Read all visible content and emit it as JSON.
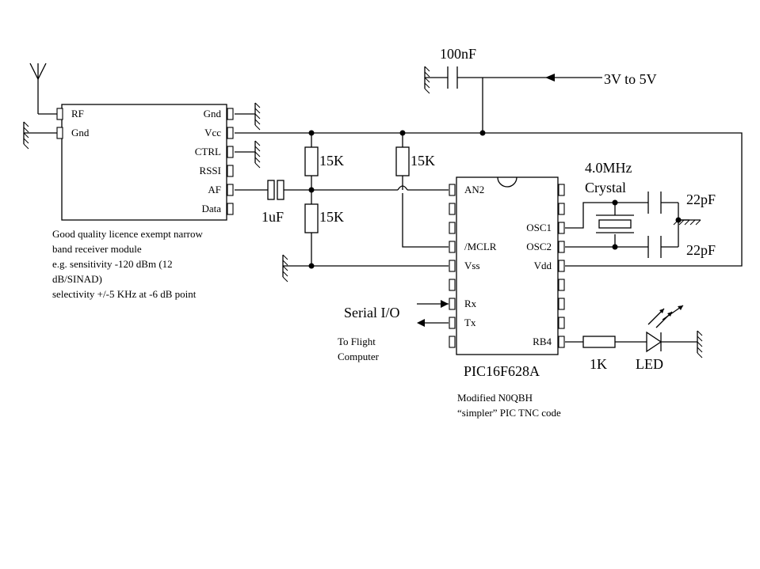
{
  "module": {
    "left_pins": [
      "RF",
      "Gnd"
    ],
    "right_pins": [
      "Gnd",
      "Vcc",
      "CTRL",
      "RSSI",
      "AF",
      "Data"
    ],
    "description": [
      "Good quality licence exempt narrow",
      "band receiver module",
      "e.g. sensitivity -120 dBm (12",
      "dB/SINAD)",
      "selectivity +/-5 KHz at -6 dB point"
    ]
  },
  "supply": {
    "cap_label": "100nF",
    "voltage_label": "3V to 5V"
  },
  "divider": {
    "upper_resistor": "15K",
    "lower_resistor": "15K",
    "coupling_cap": "1uF"
  },
  "pullup": {
    "resistor": "15K"
  },
  "pic": {
    "name": "PIC16F628A",
    "left_pins": [
      "AN2",
      "/MCLR",
      "Vss",
      "Rx",
      "Tx"
    ],
    "right_pins": [
      "OSC1",
      "OSC2",
      "Vdd",
      "RB4"
    ],
    "note": [
      "Modified N0QBH",
      "“simpler” PIC TNC code"
    ]
  },
  "crystal": {
    "freq": "4.0MHz",
    "label": "Crystal",
    "cap_top": "22pF",
    "cap_bottom": "22pF"
  },
  "serial": {
    "label": "Serial I/O",
    "dest": [
      "To Flight",
      "Computer"
    ]
  },
  "led_circuit": {
    "resistor": "1K",
    "led": "LED"
  }
}
